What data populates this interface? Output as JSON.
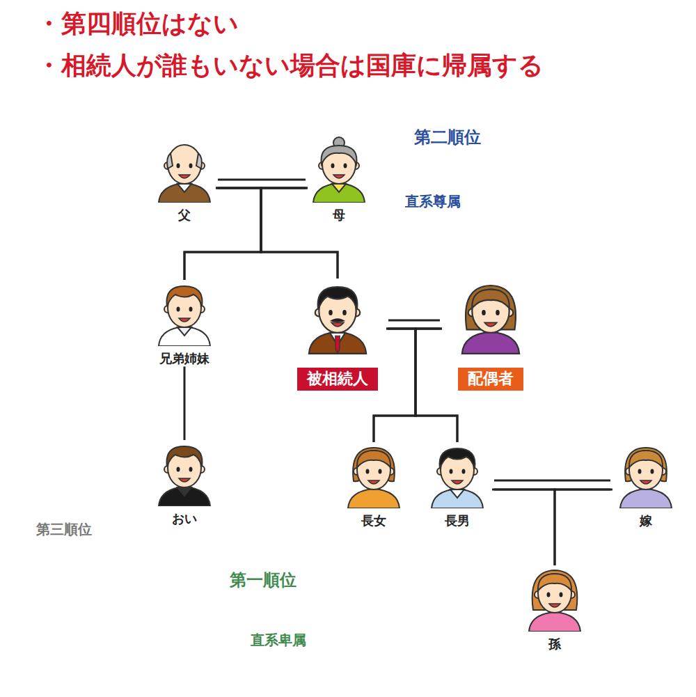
{
  "diagram": {
    "nodes": [
      {
        "text": [
          "第二順位",
          "直系尊属"
        ]
      },
      {
        "text": [
          "父"
        ],
        "in": 0
      },
      {
        "text": [
          "母"
        ],
        "in": 0
      },
      {
        "text": [
          "第三順位"
        ]
      },
      {
        "text": [
          "兄弟姉妹"
        ],
        "in": 3
      },
      {
        "text": [
          "被相続人"
        ]
      },
      {
        "text": [
          "配偶者"
        ]
      },
      {
        "text": [
          "おい"
        ],
        "in": 3
      },
      {
        "text": [
          "第一順位",
          "直系卑属"
        ]
      },
      {
        "text": [
          "長女"
        ],
        "in": 8
      },
      {
        "text": [
          "長男"
        ],
        "in": 8
      },
      {
        "text": [
          "嫁"
        ]
      },
      {
        "text": [
          "孫"
        ],
        "in": 8
      }
    ],
    "edges": [
      {
        "from": 1,
        "to": 2,
        "arrow": "none"
      },
      {
        "from": 1,
        "to": 4,
        "arrow": "none"
      },
      {
        "from": 2,
        "to": 4,
        "arrow": "none"
      },
      {
        "from": 1,
        "to": 5,
        "arrow": "none"
      },
      {
        "from": 2,
        "to": 5,
        "arrow": "none"
      },
      {
        "from": 4,
        "to": 7,
        "arrow": "none"
      },
      {
        "from": 5,
        "to": 6,
        "arrow": "none"
      },
      {
        "from": 5,
        "to": 9,
        "arrow": "none"
      },
      {
        "from": 6,
        "to": 9,
        "arrow": "none"
      },
      {
        "from": 5,
        "to": 10,
        "arrow": "none"
      },
      {
        "from": 6,
        "to": 10,
        "arrow": "none"
      },
      {
        "from": 10,
        "to": 11,
        "arrow": "none"
      },
      {
        "from": 10,
        "to": 12,
        "arrow": "none"
      },
      {
        "from": 11,
        "to": 12,
        "arrow": "none"
      }
    ],
    "labels": [
      "・第四順位はない",
      "・相続人が誰もいない場合は国庫に帰属する"
    ]
  }
}
